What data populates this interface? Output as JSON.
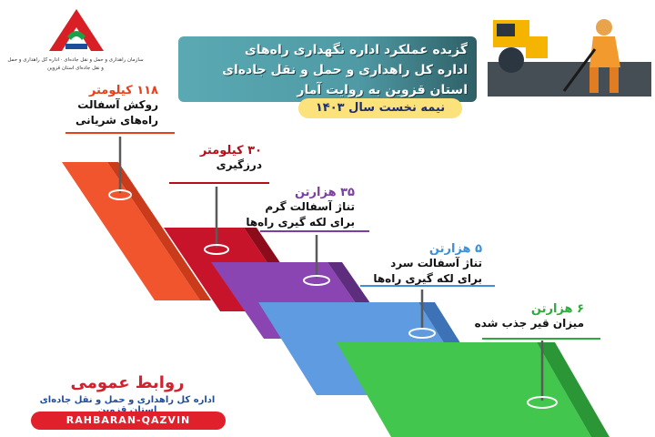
{
  "header": {
    "logo_caption": "سازمان راهداری و حمل و نقل جاده‌ای · اداره کل راهداری و حمل و نقل جاده‌ای استان قزوین",
    "title_line1": "گزیده عملکرد اداره نگهداری راه‌های",
    "title_line2": "اداره کل راهداری و حمل و نقل جاده‌ای",
    "title_line3": "استان قزوین به روایت آمار",
    "period": "نیمه نخست سال ۱۴۰۳"
  },
  "steps": [
    {
      "value": "۱۱۸ کیلومتر",
      "line1": "روکش آسفالت",
      "line2": "راه‌های شریانی",
      "color": "#e8401a"
    },
    {
      "value": "۳۰ کیلومتر",
      "line1": "درزگیری",
      "line2": "",
      "color": "#b40f1b"
    },
    {
      "value": "۳۵ هزارتن",
      "line1": "تناژ آسفالت گرم",
      "line2": "برای لکه گیری راه‌ها",
      "color": "#7a3fa0"
    },
    {
      "value": "۵ هزارتن",
      "line1": "تناژ آسفالت سرد",
      "line2": "برای لکه گیری راه‌ها",
      "color": "#3f8fd6"
    },
    {
      "value": "۶ هزارتن",
      "line1": "میزان قیر جذب شده",
      "line2": "",
      "color": "#2eaa3c"
    }
  ],
  "footer": {
    "unit": "روابط عمومی",
    "org": "اداره کل راهداری و حمل و نقل جاده‌ای استان قزوین",
    "handle": "RAHBARAN-QAZVIN"
  },
  "icons": [
    "logo-icon",
    "road-roller-icon",
    "road-worker-icon"
  ]
}
